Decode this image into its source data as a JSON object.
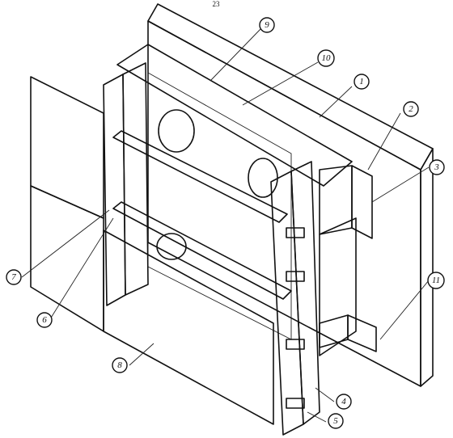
{
  "page_number": "23",
  "callouts": [
    "1",
    "2",
    "3",
    "4",
    "5",
    "6",
    "7",
    "8",
    "9",
    "10",
    "11"
  ]
}
